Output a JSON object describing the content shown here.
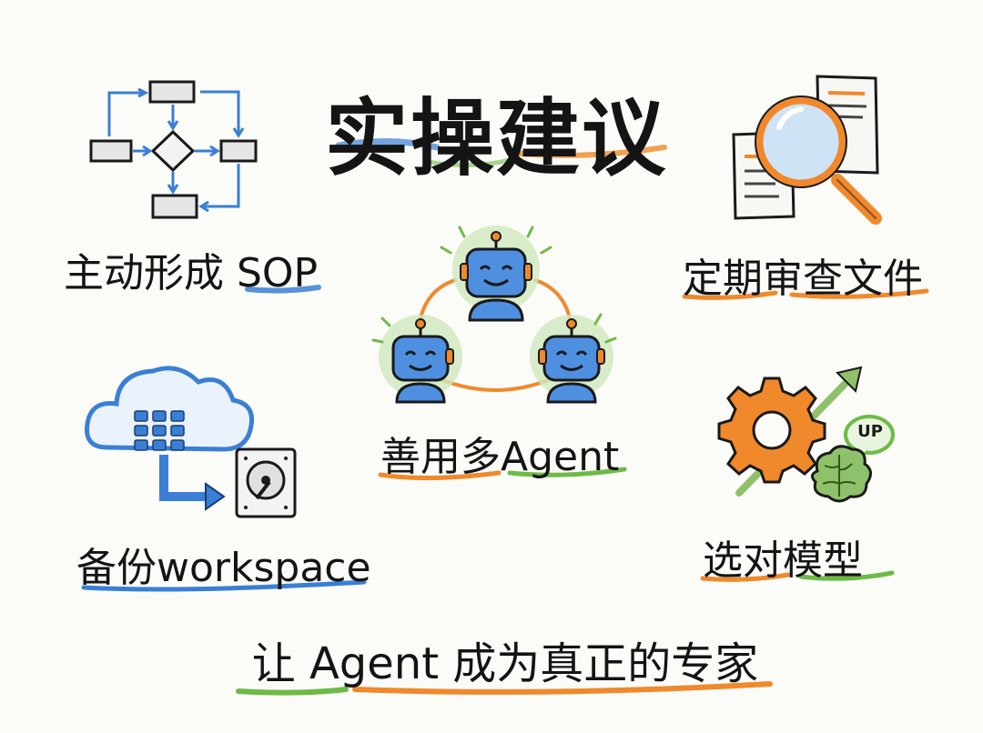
{
  "title": "实操建议",
  "items": [
    {
      "label": "主动形成 SOP"
    },
    {
      "label": "定期审查文件"
    },
    {
      "label": "善用多Agent"
    },
    {
      "label": "备份workspace"
    },
    {
      "label": "选对模型"
    }
  ],
  "model_bubble": "UP",
  "footer": "让 Agent 成为真正的专家",
  "colors": {
    "blue": "#3a7fd5",
    "orange": "#f0892b",
    "green": "#6dbb45",
    "ink": "#141414"
  }
}
